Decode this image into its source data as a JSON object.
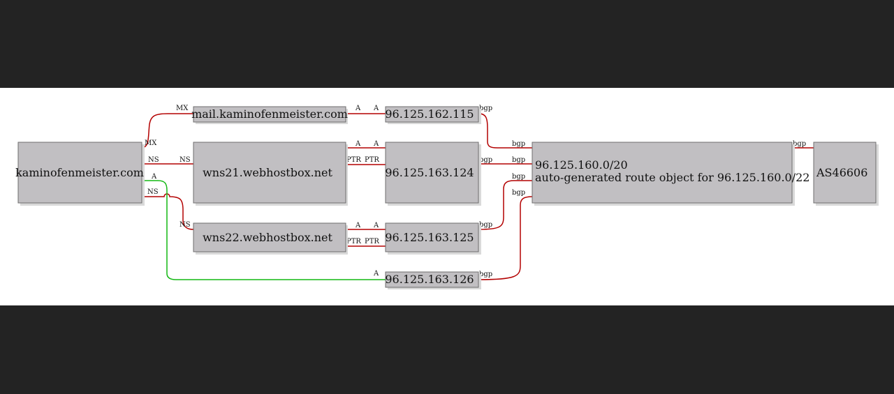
{
  "colors": {
    "page_background": "#232323",
    "canvas_background": "#ffffff",
    "node_fill": "#c1bfc2",
    "edge_red": "#b30000",
    "edge_green": "#14b814"
  },
  "nodes": {
    "domain": "kaminofenmeister.com",
    "mail_host": "mail.kaminofenmeister.com",
    "ns1": "wns21.webhostbox.net",
    "ns2": "wns22.webhostbox.net",
    "ip_115": "96.125.162.115",
    "ip_124": "96.125.163.124",
    "ip_125": "96.125.163.125",
    "ip_126": "96.125.163.126",
    "route_prefix": "96.125.160.0/20",
    "route_description": "auto-generated route object for 96.125.160.0/22",
    "asn": "AS46606"
  },
  "edge_labels": {
    "mx": "MX",
    "ns": "NS",
    "a": "A",
    "ptr": "PTR",
    "bgp": "bgp"
  }
}
